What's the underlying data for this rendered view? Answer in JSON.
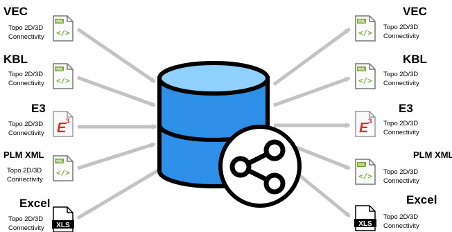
{
  "colors": {
    "arrow": "#c3c3c3",
    "db_light": "#8fd0ff",
    "db_dark": "#2e8fe8",
    "db_outline": "#000000",
    "xml_green": "#7aa63a",
    "e3_red": "#e02a2a",
    "xls_black": "#000000"
  },
  "sources": [
    {
      "title": "VEC",
      "line1": "Topo 2D/3D",
      "line2": "Connectivity",
      "icon": "xml-file-icon"
    },
    {
      "title": "KBL",
      "line1": "Topo 2D/3D",
      "line2": "Connectivity",
      "icon": "xml-file-icon"
    },
    {
      "title": "E3",
      "line1": "Topo 2D/3D",
      "line2": "Connectivity",
      "icon": "e3-file-icon"
    },
    {
      "title": "PLM XML",
      "line1": "Topo 2D/3D",
      "line2": "Connectivity",
      "icon": "xml-file-icon"
    },
    {
      "title": "Excel",
      "line1": "Topo 2D/3D",
      "line2": "Connectivity",
      "icon": "xls-file-icon"
    }
  ],
  "targets": [
    {
      "title": "VEC",
      "line1": "Topo 2D/3D",
      "line2": "Connectivity",
      "icon": "xml-file-icon"
    },
    {
      "title": "KBL",
      "line1": "Topo 2D/3D",
      "line2": "Connectivity",
      "icon": "xml-file-icon"
    },
    {
      "title": "E3",
      "line1": "Topo 2D/3D",
      "line2": "Connectivity",
      "icon": "e3-file-icon"
    },
    {
      "title": "PLM XML",
      "line1": "Topo 2D/3D",
      "line2": "Connectivity",
      "icon": "xml-file-icon"
    },
    {
      "title": "Excel",
      "line1": "Topo 2D/3D",
      "line2": "Connectivity",
      "icon": "xls-file-icon"
    }
  ],
  "icon_text": {
    "xml_tag": "XML",
    "xml_glyph": "</>",
    "e3_letter": "E",
    "e3_sup": "3",
    "xls": "XLS"
  }
}
